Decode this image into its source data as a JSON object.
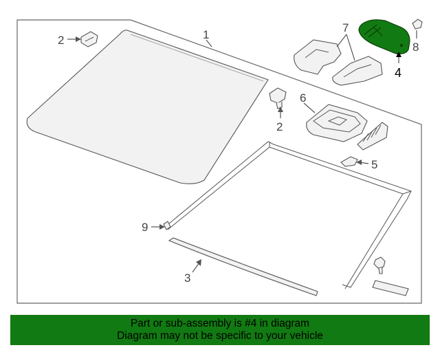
{
  "callouts": {
    "c1": "1",
    "c2a": "2",
    "c2b": "2",
    "c3": "3",
    "c4": "4",
    "c5": "5",
    "c6": "6",
    "c7": "7",
    "c8": "8",
    "c9": "9"
  },
  "colors": {
    "highlight": "#127a12",
    "banner_bg": "#127a12",
    "line": "#555555"
  },
  "banner": {
    "line1": "Part or sub-assembly is #4 in diagram",
    "line2": "Diagram may not be specific to your vehicle"
  }
}
